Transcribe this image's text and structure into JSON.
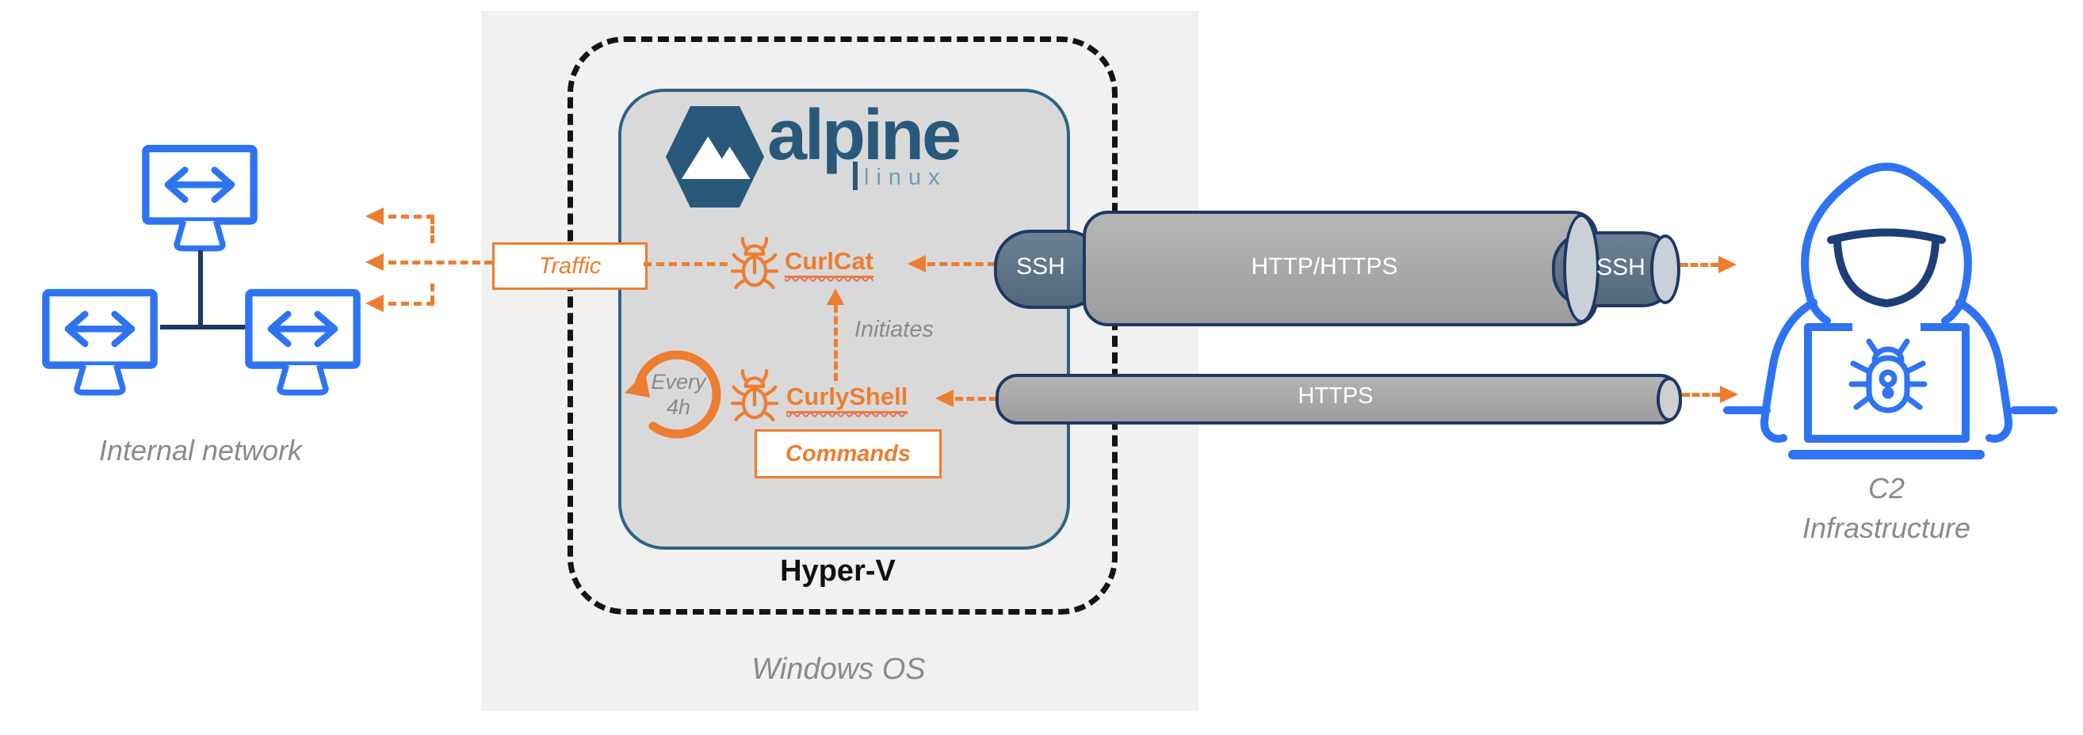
{
  "network": {
    "label": "Internal network",
    "monitors": 3
  },
  "boxes": {
    "windows": "Windows OS",
    "hyperv": "Hyper-V"
  },
  "alpine": {
    "name": "alpine",
    "sub": "linux"
  },
  "flows": {
    "traffic": "Traffic",
    "initiates": "Initiates",
    "commands": "Commands",
    "every_line1": "Every",
    "every_line2": "4h"
  },
  "malware": {
    "curlcat": "CurlCat",
    "curlyshell": "CurlyShell"
  },
  "tunnels": {
    "ssh_inner": "SSH",
    "http_outer": "HTTP/HTTPS",
    "ssh_outer": "SSH",
    "https": "HTTPS"
  },
  "attacker": {
    "line1": "C2",
    "line2": "Infrastructure"
  },
  "icons": {
    "network": "monitor-network-icon",
    "malware": "bug-icon",
    "schedule": "circular-arrow-icon",
    "attacker": "hooded-hacker-icon",
    "os_logo": "alpine-linux-logo"
  },
  "colors": {
    "orange": "#ED7D31",
    "blue": "#2E74F2",
    "navy": "#1F3864",
    "alpine_blue": "#29597A",
    "gray_text": "#8A8A8A",
    "tunnel_gray": "#A8A8A8",
    "ssh_slate": "#5D7486"
  }
}
